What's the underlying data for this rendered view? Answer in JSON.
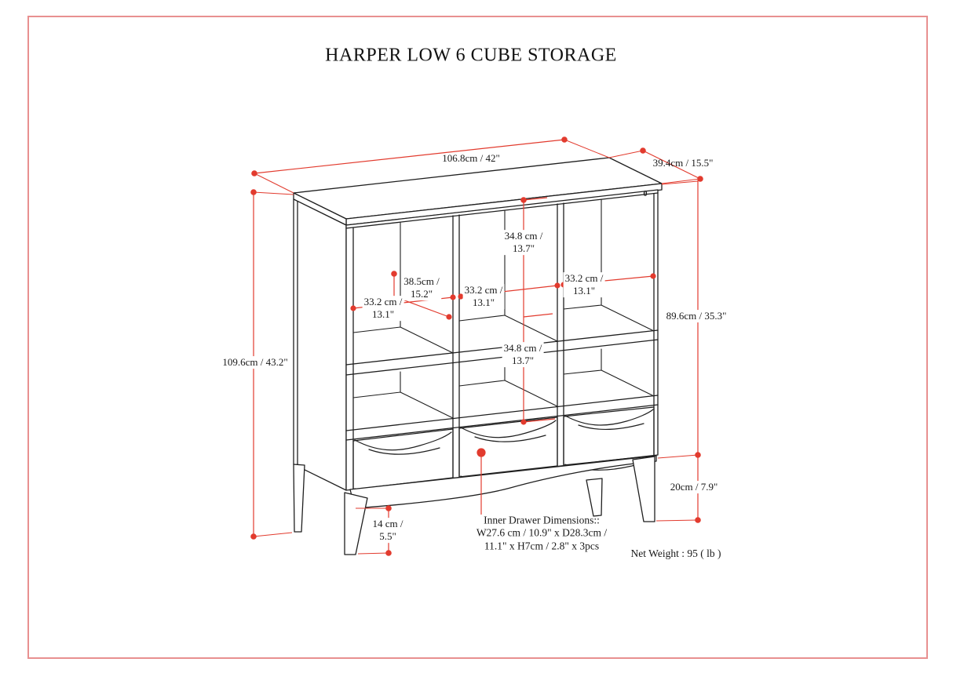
{
  "title": "HARPER LOW 6 CUBE STORAGE",
  "marker": "0",
  "colors": {
    "dimension_red": "#e23b2e",
    "border_pink": "#e89090",
    "line_black": "#1f1f1f"
  },
  "dimensions": {
    "width": "106.8cm / 42\"",
    "depth": "39.4cm / 15.5\"",
    "total_height": "109.6cm / 43.2\"",
    "body_height": "89.6cm / 35.3\"",
    "leg_height": "20cm / 7.9\"",
    "leg_clearance": {
      "l1": "14 cm /",
      "l2": "5.5\""
    },
    "cube_height": {
      "l1": "34.8 cm /",
      "l2": "13.7\""
    },
    "shelf_depth": {
      "l1": "38.5cm /",
      "l2": "15.2\""
    },
    "cube_width": {
      "l1": "33.2 cm /",
      "l2": "13.1\""
    }
  },
  "notes": {
    "inner_drawer": {
      "l1": "Inner Drawer Dimensions::",
      "l2": "W27.6 cm / 10.9\" x D28.3cm /",
      "l3": "11.1\" x H7cm / 2.8\" x 3pcs"
    },
    "net_weight": "Net Weight : 95 ( lb )"
  }
}
